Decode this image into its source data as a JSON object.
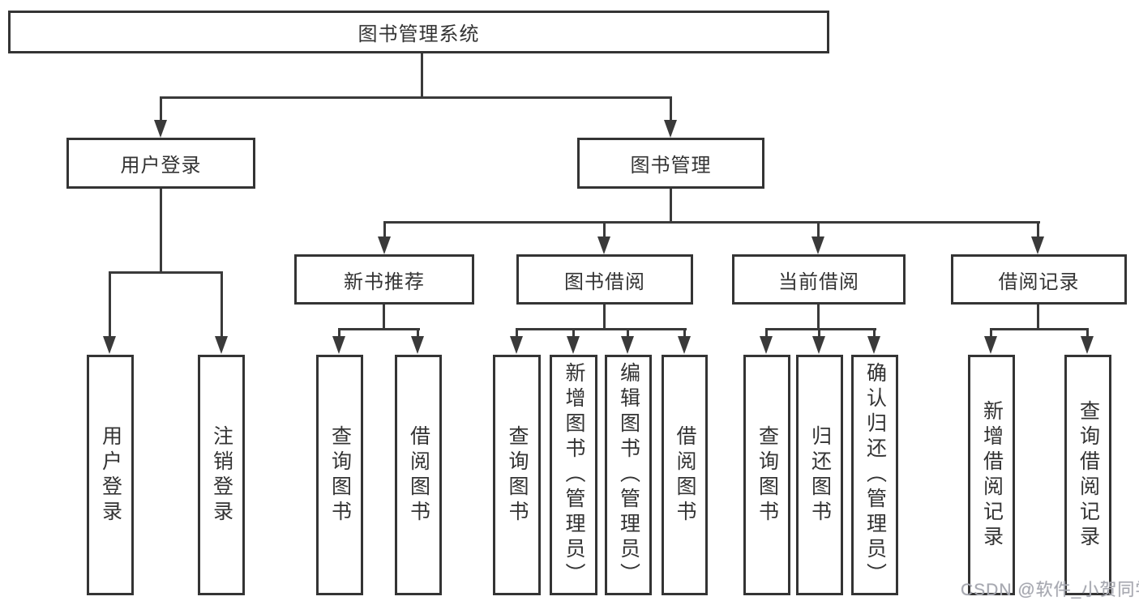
{
  "diagram_title": "图书管理系统",
  "tree": {
    "label": "图书管理系统",
    "children": [
      {
        "label": "用户登录",
        "children": [
          {
            "label": "用户登录"
          },
          {
            "label": "注销登录"
          }
        ]
      },
      {
        "label": "图书管理",
        "children": [
          {
            "label": "新书推荐",
            "children": [
              {
                "label": "查询图书"
              },
              {
                "label": "借阅图书"
              }
            ]
          },
          {
            "label": "图书借阅",
            "children": [
              {
                "label": "查询图书"
              },
              {
                "label": "新增图书（管理员）"
              },
              {
                "label": "编辑图书（管理员）"
              },
              {
                "label": "借阅图书"
              }
            ]
          },
          {
            "label": "当前借阅",
            "children": [
              {
                "label": "查询图书"
              },
              {
                "label": "归还图书"
              },
              {
                "label": "确认归还（管理员）"
              }
            ]
          },
          {
            "label": "借阅记录",
            "children": [
              {
                "label": "新增借阅记录"
              },
              {
                "label": "查询借阅记录"
              }
            ]
          }
        ]
      }
    ]
  },
  "watermark": {
    "text": "CSDN @软件_小贺同学"
  },
  "colors": {
    "line": "#3a3a3a",
    "box_border": "#343434",
    "text": "#333333",
    "watermark": "#a6a8b0",
    "background": "#ffffff"
  }
}
